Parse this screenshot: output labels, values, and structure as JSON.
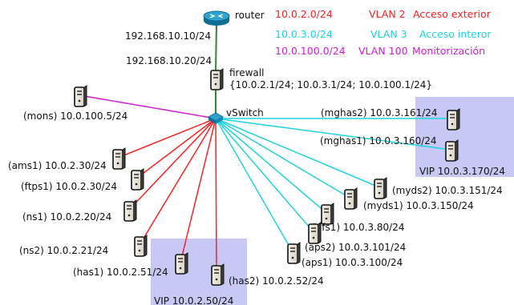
{
  "router": {
    "label": "router",
    "ip_upper": "192.168.10.10/24"
  },
  "firewall": {
    "label": "firewall",
    "ip_lower": "192.168.10.20/24",
    "addresses": "{10.0.2.1/24; 10.0.3.1/24; 10.0.100.1/24}"
  },
  "vswitch": {
    "label": "vSwitch"
  },
  "legend": [
    {
      "subnet": "10.0.2.0/24",
      "vlan": "VLAN 2",
      "desc": "Acceso exterior",
      "color": "#ff2020"
    },
    {
      "subnet": "10.0.3.0/24",
      "vlan": "VLAN 3",
      "desc": "Acceso interor",
      "color": "#1fd4e0"
    },
    {
      "subnet": "10.0.100.0/24",
      "vlan": "VLAN 100",
      "desc": "Monitorización",
      "color": "#d21ed2"
    }
  ],
  "link_colors": {
    "uplink": "#2e8b2e",
    "vlan2": "#ff2020",
    "vlan3": "#1fd4e0",
    "vlan100": "#d21ed2"
  },
  "groups": [
    {
      "id": "vip-right",
      "label": "VIP 10.0.3.170/24",
      "fill": "#c8c8f5"
    },
    {
      "id": "vip-bottom",
      "label": "VIP 10.0.2.50/24",
      "fill": "#c8c8f5"
    }
  ],
  "nodes": [
    {
      "id": "mons",
      "label": "(mons) 10.0.100.5/24",
      "vlan": "vlan100"
    },
    {
      "id": "ams1",
      "label": "(ams1) 10.0.2.30/24",
      "vlan": "vlan2"
    },
    {
      "id": "ftps1",
      "label": "(ftps1) 10.0.2.30/24",
      "vlan": "vlan2"
    },
    {
      "id": "ns1",
      "label": "(ns1) 10.0.2.20/24",
      "vlan": "vlan2"
    },
    {
      "id": "ns2",
      "label": "(ns2) 10.0.2.21/24",
      "vlan": "vlan2"
    },
    {
      "id": "has1",
      "label": "(has1) 10.0.2.51/24",
      "vlan": "vlan2"
    },
    {
      "id": "has2",
      "label": "(has2) 10.0.2.52/24",
      "vlan": "vlan2"
    },
    {
      "id": "mghas2",
      "label": "(mghas2) 10.0.3.161/24",
      "vlan": "vlan3"
    },
    {
      "id": "mghas1",
      "label": "(mghas1) 10.0.3.160/24",
      "vlan": "vlan3"
    },
    {
      "id": "myds2",
      "label": "(myds2) 10.0.3.151/24",
      "vlan": "vlan3"
    },
    {
      "id": "myds1",
      "label": "(myds1) 10.0.3.150/24",
      "vlan": "vlan3"
    },
    {
      "id": "nfs1",
      "label": "(nfs1) 10.0.3.80/24",
      "vlan": "vlan3"
    },
    {
      "id": "aps2",
      "label": "(aps2) 10.0.3.101/24",
      "vlan": "vlan3"
    },
    {
      "id": "aps1",
      "label": "(aps1) 10.0.3.100/24",
      "vlan": "vlan3"
    }
  ]
}
